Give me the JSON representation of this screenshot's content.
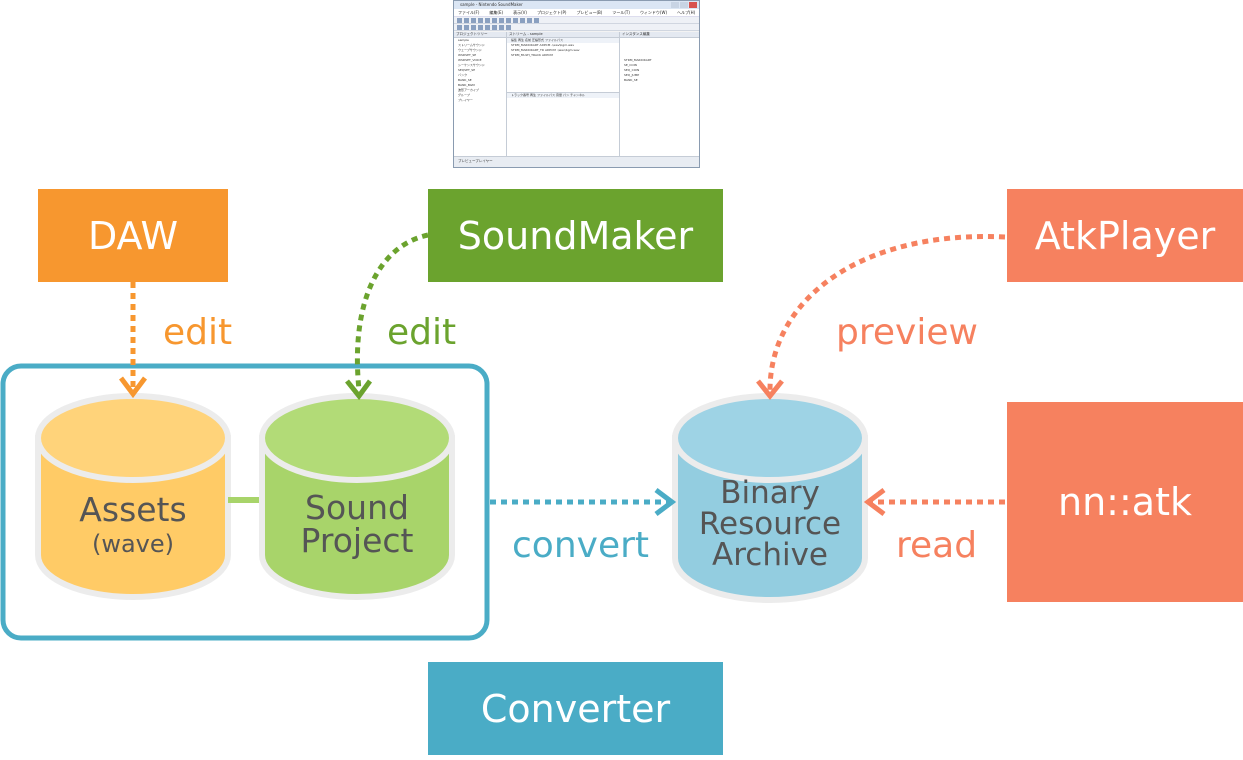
{
  "screenshot": {
    "title": "sample - Nintendo SoundMaker",
    "menu": [
      "ファイル(F)",
      "編集(E)",
      "表示(V)",
      "プロジェクト(P)",
      "プレビュー(B)",
      "ツール(T)",
      "ウィンドウ(W)",
      "ヘルプ(H)"
    ],
    "panes": {
      "project_tree_header": "プロジェクトツリー",
      "tree_items": [
        "sample",
        "ストリームサウンド",
        "ウェーブサウンド",
        "WSDSET_SE",
        "WSDSET_VOICE",
        "シーケンスサウンド",
        "SEQSET_SE",
        "バンク",
        "BANK_SE",
        "BANK_BGM",
        "波形アーカイブ",
        "グループ",
        "プレイヤー"
      ],
      "list_header": "ストリーム - sample",
      "list_columns": [
        "編集",
        "再生",
        "名前",
        "圧縮形式",
        "ファイルパス"
      ],
      "list_rows": [
        [
          "STRM_MARIOKART",
          "ADPCM",
          ".\\wav\\bgm.wav"
        ],
        [
          "STRM_MARIOKART_TR",
          "ADPCM",
          ".\\wav\\bgm.wav"
        ],
        [
          "STRM_MULTI_TRACK",
          "ADPCM",
          ""
        ]
      ],
      "right_header": "インスタンス編集",
      "right_rows": [
        "STRM_MARIOKART",
        "SE_COIN",
        "SEQ_COIN",
        "SEQ_JUMP",
        "BANK_SE"
      ],
      "bottom_columns": [
        "トラック番号",
        "再生",
        "ファイルパス",
        "音量",
        "パン",
        "チャンネル"
      ]
    },
    "status": "プレビュープレイヤー"
  },
  "nodes": {
    "daw": "DAW",
    "soundmaker": "SoundMaker",
    "atkplayer": "AtkPlayer",
    "nnatk": "nn::atk",
    "converter": "Converter"
  },
  "databases": {
    "assets": {
      "title": "Assets",
      "subtitle": "(wave)"
    },
    "sound_project": {
      "line1": "Sound",
      "line2": "Project"
    },
    "binary_archive": {
      "line1": "Binary",
      "line2": "Resource",
      "line3": "Archive"
    }
  },
  "edges": {
    "daw_edit": "edit",
    "soundmaker_edit": "edit",
    "atkplayer_preview": "preview",
    "nnatk_read": "read",
    "convert": "convert"
  },
  "colors": {
    "orange": "#F7972F",
    "green": "#6BA32E",
    "salmon": "#F6815F",
    "teal": "#4AACC6",
    "assets_fill": "#FFCB66",
    "project_fill": "#A8D46A",
    "binary_fill": "#93CDE0"
  }
}
